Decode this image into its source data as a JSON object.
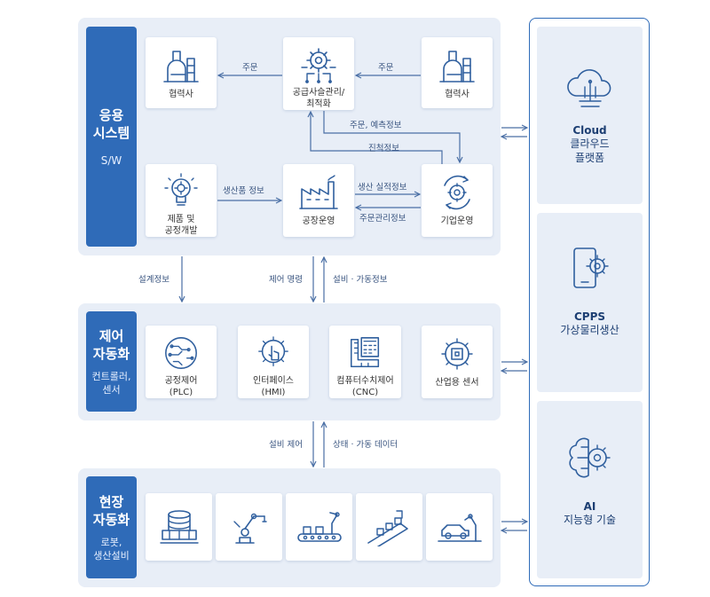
{
  "application_system": {
    "title_line1": "응용",
    "title_line2": "시스템",
    "subtitle": "S/W",
    "nodes": {
      "partner_left": "협력사",
      "scm_line1": "공급사슬관리/",
      "scm_line2": "최적화",
      "partner_right": "협력사",
      "product_line1": "제품 및",
      "product_line2": "공정개발",
      "factory": "공장운영",
      "enterprise": "기업운영"
    },
    "edges": {
      "order_left": "주문",
      "order_right": "주문",
      "order_forecast": "주문, 예측정보",
      "progress": "진척정보",
      "production_info": "생산품 정보",
      "production_result": "생산 실적정보",
      "order_management": "주문관리정보"
    }
  },
  "between_app_control": {
    "design_info": "설계정보",
    "control_command": "제어 명령",
    "equipment_info": "설비 · 가동정보"
  },
  "control_automation": {
    "title_line1": "제어",
    "title_line2": "자동화",
    "subtitle_line1": "컨트롤러,",
    "subtitle_line2": "센서",
    "items": [
      {
        "line1": "공정제어",
        "line2": "(PLC)"
      },
      {
        "line1": "인터페이스",
        "line2": "(HMI)"
      },
      {
        "line1": "컴퓨터수치제어",
        "line2": "(CNC)"
      },
      {
        "line1": "산업용 센서",
        "line2": ""
      }
    ]
  },
  "between_control_field": {
    "equipment_control": "설비 제어",
    "status_data": "상태 · 가동 데이터"
  },
  "field_automation": {
    "title_line1": "현장",
    "title_line2": "자동화",
    "subtitle_line1": "로봇,",
    "subtitle_line2": "생산설비"
  },
  "platforms": [
    {
      "title": "Cloud",
      "line1": "클라우드",
      "line2": "플랫폼"
    },
    {
      "title": "CPPS",
      "line1": "가상물리생산",
      "line2": ""
    },
    {
      "title": "AI",
      "line1": "지능형 기술",
      "line2": ""
    }
  ],
  "colors": {
    "accent": "#2f6bb8",
    "panel": "#e8eef7",
    "icon": "#2f5f9e"
  }
}
